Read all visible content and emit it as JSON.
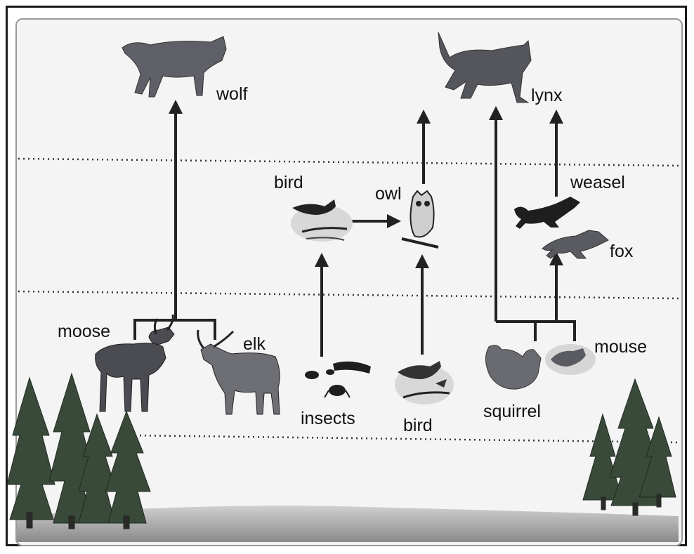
{
  "labels": {
    "wolf": "wolf",
    "lynx": "lynx",
    "bird_top": "bird",
    "owl": "owl",
    "weasel": "weasel",
    "fox": "fox",
    "moose": "moose",
    "elk": "elk",
    "mouse": "mouse",
    "insects": "insects",
    "bird_bottom": "bird",
    "squirrel": "squirrel"
  }
}
